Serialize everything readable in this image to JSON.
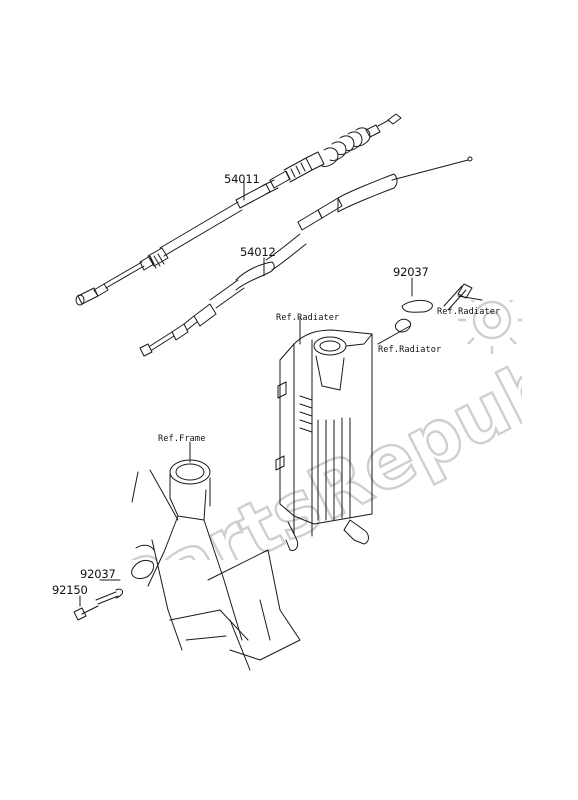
{
  "watermark": {
    "text": "PartsRepublik"
  },
  "parts": {
    "p54011": "54011",
    "p54012": "54012",
    "p92037_top": "92037",
    "p92037_bottom": "92037",
    "p92150": "92150"
  },
  "refs": {
    "radiator_top": "Ref.Radiater",
    "radiator_mid": "Ref.Radiator",
    "radiator_right": "Ref.Radiater",
    "frame": "Ref.Frame"
  },
  "colors": {
    "line": "#1a1a1a",
    "watermark": "#d9d9d9"
  }
}
